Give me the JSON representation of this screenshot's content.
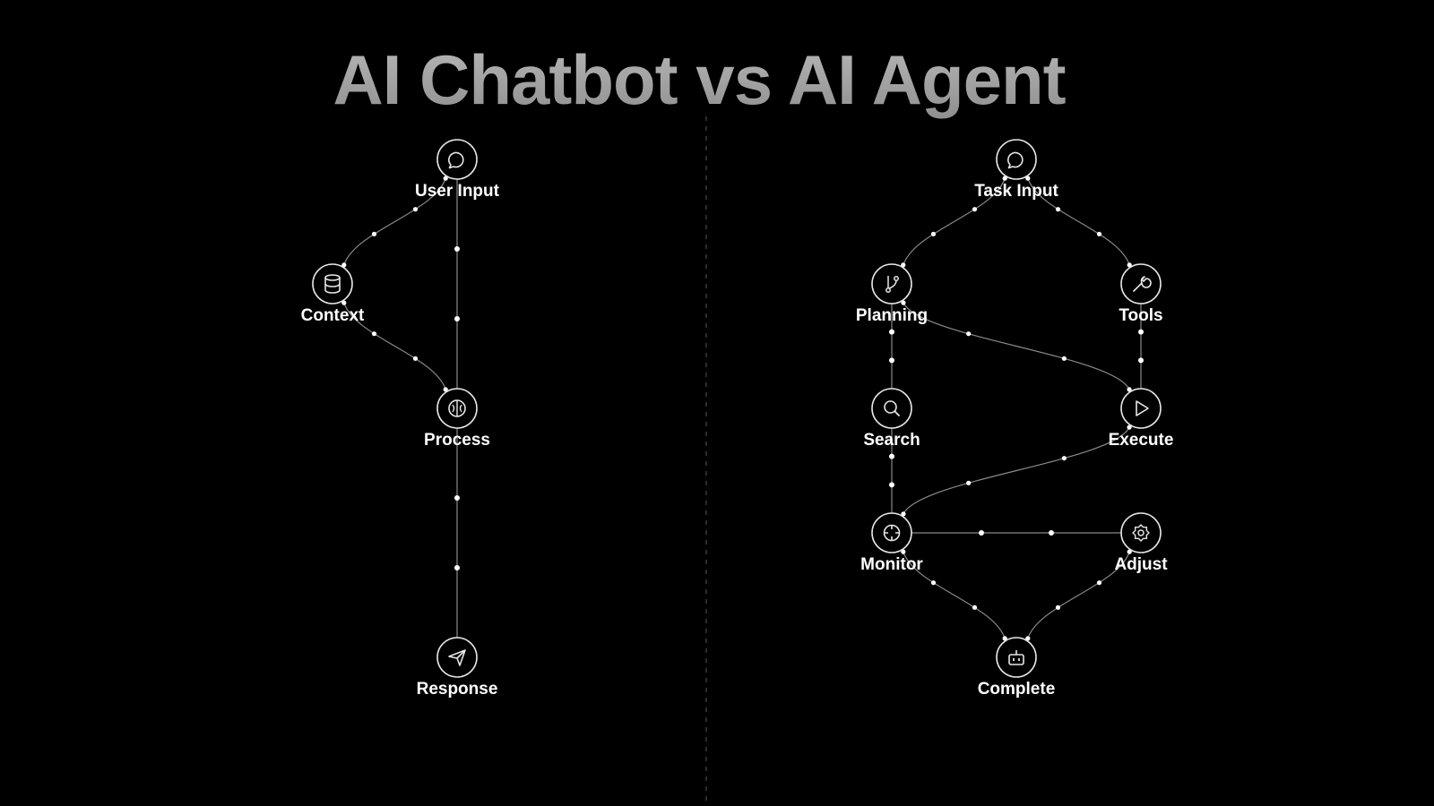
{
  "title": "AI Chatbot vs AI Agent",
  "colors": {
    "background": "#000000",
    "title": "#a3a3a3",
    "line": "#8a8a8a",
    "node_stroke": "#e6e6e6",
    "label": "#ffffff",
    "divider": "#3a3a3a"
  },
  "chatbot": {
    "nodes": [
      {
        "id": "user-input",
        "label": "User Input",
        "icon": "chat-bubble-icon"
      },
      {
        "id": "context",
        "label": "Context",
        "icon": "database-icon"
      },
      {
        "id": "process",
        "label": "Process",
        "icon": "brain-icon"
      },
      {
        "id": "response",
        "label": "Response",
        "icon": "send-icon"
      }
    ],
    "edges": [
      {
        "from": "user-input",
        "to": "context"
      },
      {
        "from": "user-input",
        "to": "process"
      },
      {
        "from": "context",
        "to": "process"
      },
      {
        "from": "process",
        "to": "response"
      }
    ]
  },
  "agent": {
    "nodes": [
      {
        "id": "task-input",
        "label": "Task Input",
        "icon": "chat-bubble-icon"
      },
      {
        "id": "planning",
        "label": "Planning",
        "icon": "git-branch-icon"
      },
      {
        "id": "tools",
        "label": "Tools",
        "icon": "wrench-icon"
      },
      {
        "id": "search",
        "label": "Search",
        "icon": "search-icon"
      },
      {
        "id": "execute",
        "label": "Execute",
        "icon": "play-icon"
      },
      {
        "id": "monitor",
        "label": "Monitor",
        "icon": "crosshair-icon"
      },
      {
        "id": "adjust",
        "label": "Adjust",
        "icon": "gear-icon"
      },
      {
        "id": "complete",
        "label": "Complete",
        "icon": "bot-icon"
      }
    ],
    "edges": [
      {
        "from": "task-input",
        "to": "planning"
      },
      {
        "from": "task-input",
        "to": "tools"
      },
      {
        "from": "planning",
        "to": "search"
      },
      {
        "from": "planning",
        "to": "execute"
      },
      {
        "from": "tools",
        "to": "execute"
      },
      {
        "from": "search",
        "to": "monitor"
      },
      {
        "from": "execute",
        "to": "monitor"
      },
      {
        "from": "monitor",
        "to": "adjust"
      },
      {
        "from": "monitor",
        "to": "complete"
      },
      {
        "from": "adjust",
        "to": "complete"
      }
    ]
  }
}
